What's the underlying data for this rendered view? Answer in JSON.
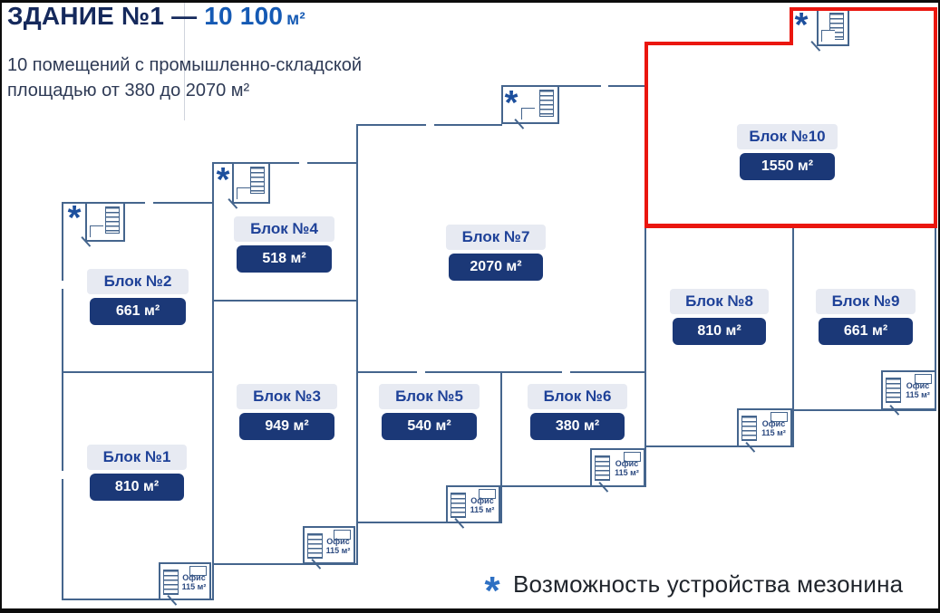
{
  "header": {
    "title_prefix": "ЗДАНИЕ №1 —",
    "title_area": "10 100",
    "title_area_unit": "м²",
    "subtitle_line1": "10 помещений с промышленно-складской",
    "subtitle_line2": "площадью от 380 до 2070 м²"
  },
  "footnote": {
    "star": "*",
    "text": "Возможность устройства мезонина"
  },
  "plan": {
    "asterisk_symbol": "*",
    "office_label_line1": "Офис",
    "office_label_line2": "115 м²",
    "blocks": [
      {
        "name": "Блок №1",
        "area": "810 м²",
        "highlighted": false
      },
      {
        "name": "Блок №2",
        "area": "661 м²",
        "highlighted": false
      },
      {
        "name": "Блок №3",
        "area": "949 м²",
        "highlighted": false
      },
      {
        "name": "Блок №4",
        "area": "518 м²",
        "highlighted": false
      },
      {
        "name": "Блок №5",
        "area": "540 м²",
        "highlighted": false
      },
      {
        "name": "Блок №6",
        "area": "380 м²",
        "highlighted": false
      },
      {
        "name": "Блок №7",
        "area": "2070 м²",
        "highlighted": false
      },
      {
        "name": "Блок №8",
        "area": "810 м²",
        "highlighted": false
      },
      {
        "name": "Блок №9",
        "area": "661 м²",
        "highlighted": false
      },
      {
        "name": "Блок №10",
        "area": "1550 м²",
        "highlighted": true
      }
    ]
  },
  "colors": {
    "highlight_red": "#ea160f",
    "area_navy": "#1b3877",
    "area_light_blue": "#5973ab",
    "plan_line": "#45658d",
    "accent_blue": "#155ab4"
  }
}
